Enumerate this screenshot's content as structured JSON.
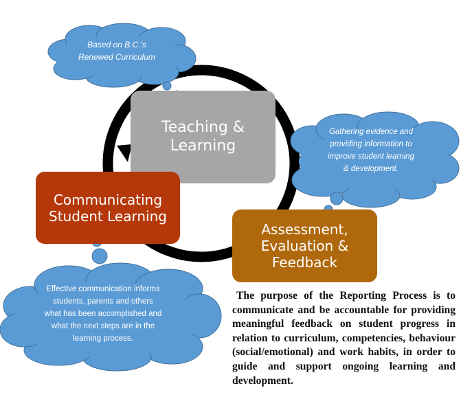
{
  "colors": {
    "teaching": "#a6a6a6",
    "communicating": "#b5380a",
    "assessment": "#b0680c",
    "cloud": "#5b9bd5",
    "cloud_stroke": "#41719c",
    "cycle_arrow": "#000000"
  },
  "nodes": {
    "teaching": [
      "Teaching &",
      "Learning"
    ],
    "communicating": [
      "Communicating",
      "Student Learning"
    ],
    "assessment": [
      "Assessment,",
      "Evaluation &",
      "Feedback"
    ]
  },
  "clouds": {
    "curriculum": [
      "Based on B.C.'s",
      "Renewed Curriculum"
    ],
    "assessment": [
      "Gathering evidence and",
      "providing information to",
      "improve student learning",
      "& development."
    ],
    "communication": [
      "Effective communication informs",
      "students, parents and others",
      "what has been accomplished and",
      "what the next steps are in the",
      "learning process."
    ]
  },
  "purpose_text": "The purpose of the Reporting Process is to communicate and be accountable for providing meaningful feedback on student progress in relation to curriculum, competencies, behaviour (social/emotional) and work habits, in order to guide and support ongoing learning and development."
}
